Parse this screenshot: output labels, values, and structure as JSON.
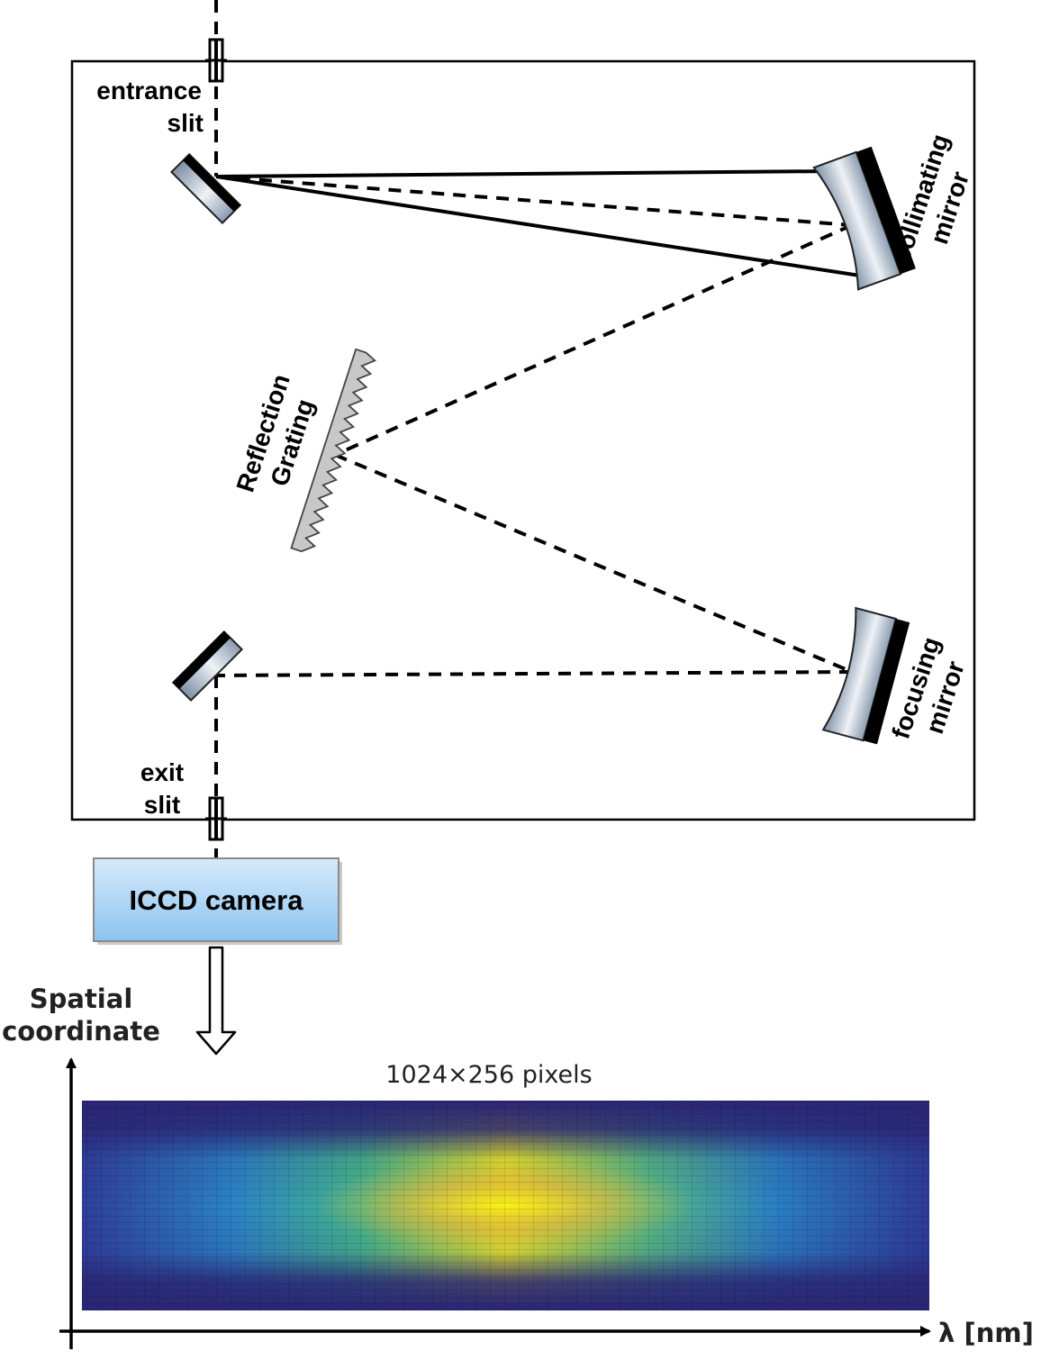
{
  "labels": {
    "entrance_slit": [
      "entrance",
      "slit"
    ],
    "exit_slit": [
      "exit",
      "slit"
    ],
    "collimating_mirror": [
      "collimating",
      "mirror"
    ],
    "focusing_mirror": [
      "focusing",
      "mirror"
    ],
    "grating": [
      "Reflection",
      "Grating"
    ],
    "camera": "ICCD camera",
    "heatmap_title": "1024×256 pixels",
    "y_axis": [
      "Spatial",
      "coordinate"
    ],
    "x_axis": "λ [nm]"
  },
  "colors": {
    "camera_top": "#d6eafb",
    "camera_bottom": "#8cc3ef",
    "heatmap_low": "#2e2a80",
    "heatmap_mid": "#1fa5a0",
    "heatmap_high": "#f3f018"
  }
}
